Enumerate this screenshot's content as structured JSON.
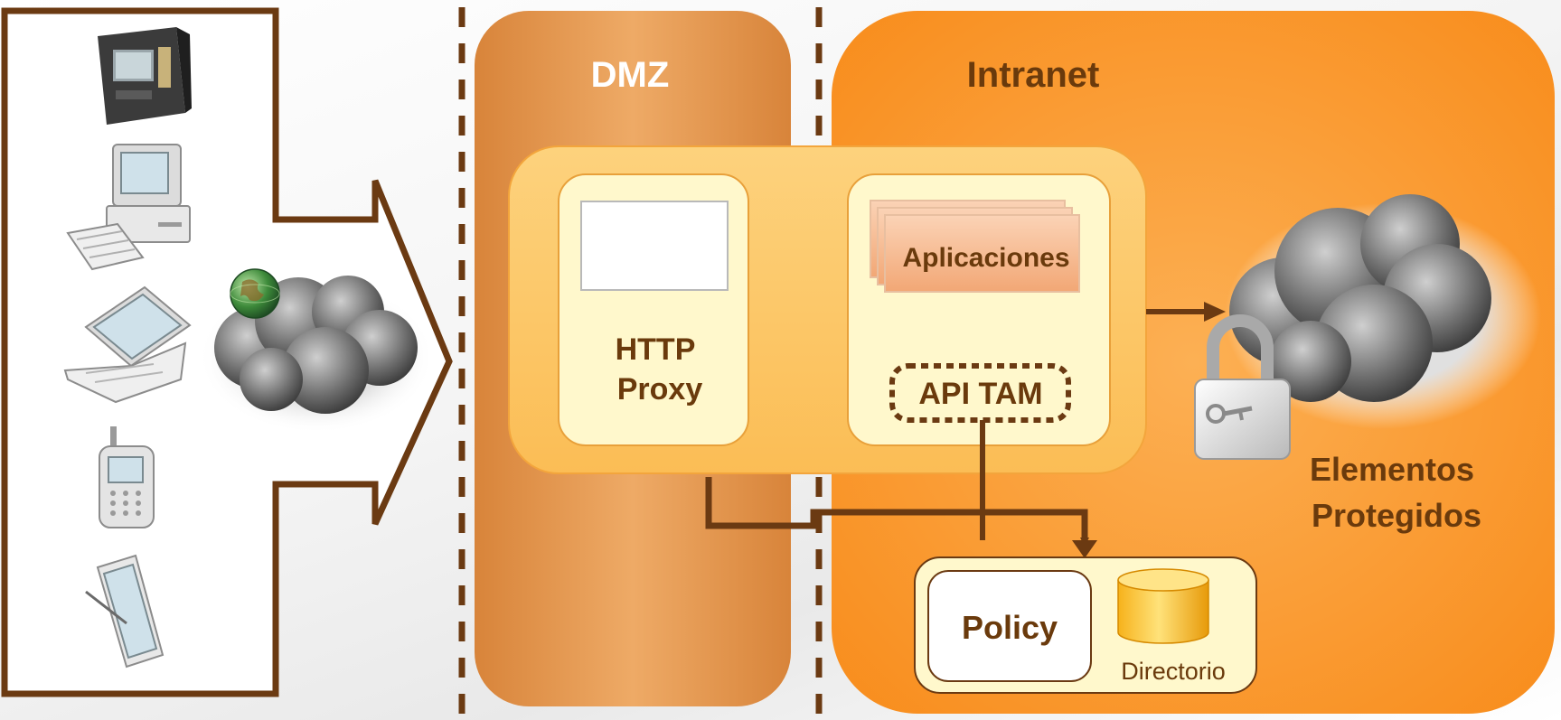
{
  "zones": {
    "dmz_title": "DMZ",
    "intranet_title": "Intranet"
  },
  "dmz": {
    "proxy_line1": "HTTP",
    "proxy_line2": "Proxy"
  },
  "intranet": {
    "applications_label": "Aplicaciones",
    "api_label": "API TAM",
    "policy_label": "Policy",
    "directory_label": "Directorio"
  },
  "protected": {
    "line1": "Elementos",
    "line2": "Protegidos"
  },
  "clients": {
    "devices": [
      "atm-icon",
      "desktop-computer-icon",
      "laptop-icon",
      "mobile-phone-icon",
      "tablet-icon"
    ],
    "network_icons": [
      "globe-icon",
      "internet-cloud-icon"
    ]
  },
  "colors": {
    "border_brown": "#6b3a12",
    "dmz_orange": "#e39a52",
    "intranet_orange": "#fb9a30",
    "panel_yellow": "#fcc86a",
    "inner_cream": "#fff8cc",
    "text_brown": "#6a3a0c"
  }
}
